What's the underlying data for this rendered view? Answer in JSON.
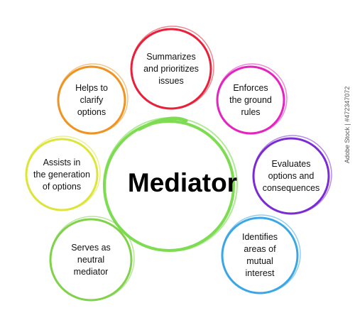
{
  "center": {
    "label": "Mediator",
    "color": "#7ddc52"
  },
  "nodes": [
    {
      "id": "summarizes",
      "label": "Summarizes\nand prioritizes\nissues",
      "color": "#e8203a"
    },
    {
      "id": "enforces",
      "label": "Enforces\nthe ground\nrules",
      "color": "#e524bf"
    },
    {
      "id": "evaluates",
      "label": "Evaluates\noptions and\nconsequences",
      "color": "#7a2bd6"
    },
    {
      "id": "identifies",
      "label": "Identifies\nareas of\nmutual\ninterest",
      "color": "#3aa6e6"
    },
    {
      "id": "serves",
      "label": "Serves as\nneutral\nmediator",
      "color": "#7fd24a"
    },
    {
      "id": "assists",
      "label": "Assists in\nthe generation\nof options",
      "color": "#dde43a"
    },
    {
      "id": "helps",
      "label": "Helps to\nclarify\noptions",
      "color": "#ef9322"
    }
  ],
  "credit": "Adobe Stock | #472347072"
}
